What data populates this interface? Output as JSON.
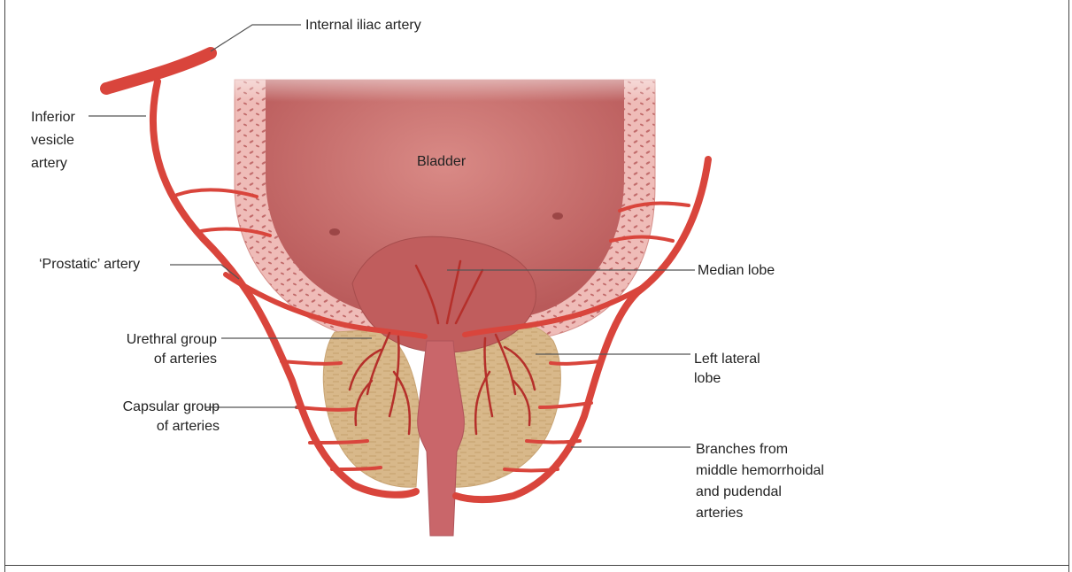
{
  "labels": {
    "internal_iliac_artery": "Internal iliac artery",
    "inferior_vesicle_artery": "Inferior\nvesicle\nartery",
    "bladder": "Bladder",
    "prostatic_artery": "‘Prostatic’ artery",
    "median_lobe": "Median lobe",
    "urethral_group": "Urethral group\nof arteries",
    "left_lateral_lobe": "Left lateral\nlobe",
    "capsular_group": "Capsular group\nof arteries",
    "branches_from": "Branches from\nmiddle hemorrhoidal\nand pudendal\narteries"
  },
  "colors": {
    "artery": "#d9453c",
    "artery_dark": "#b52f2a",
    "bladder_interior": "#c86a6a",
    "bladder_wall": "#eab1ad",
    "prostate": "#d9b98a",
    "median_lobe": "#c05d5d",
    "urethra": "#c9666a"
  }
}
